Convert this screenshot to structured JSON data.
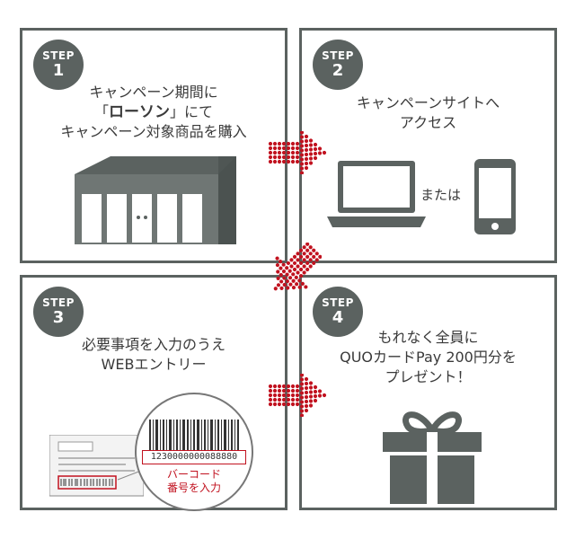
{
  "steps": [
    {
      "badge": "STEP",
      "number": "1",
      "lines": [
        {
          "pre": "キャンペーン期間に",
          "bold": "",
          "post": ""
        },
        {
          "pre": "「",
          "bold": "ローソン",
          "post": "」にて"
        },
        {
          "pre": "キャンペーン対象商品を購入",
          "bold": "",
          "post": ""
        }
      ]
    },
    {
      "badge": "STEP",
      "number": "2",
      "lines": [
        {
          "pre": "キャンペーンサイトへ",
          "bold": "",
          "post": ""
        },
        {
          "pre": "アクセス",
          "bold": "",
          "post": ""
        }
      ],
      "or_label": "または"
    },
    {
      "badge": "STEP",
      "number": "3",
      "lines": [
        {
          "pre": "必要事項を入力のうえ",
          "bold": "",
          "post": ""
        },
        {
          "pre": "WEBエントリー",
          "bold": "",
          "post": ""
        }
      ],
      "barcode_number": "1230000000088880",
      "barcode_caption": [
        "バーコード",
        "番号を入力"
      ]
    },
    {
      "badge": "STEP",
      "number": "4",
      "lines": [
        {
          "pre": "もれなく全員に",
          "bold": "",
          "post": ""
        },
        {
          "pre": "QUOカードPay 200円分を",
          "bold": "",
          "post": ""
        },
        {
          "pre": "プレゼント！",
          "bold": "",
          "post": ""
        }
      ]
    }
  ],
  "colors": {
    "panel_border": "#5b6260",
    "badge": "#5b6260",
    "arrow": "#c1121f",
    "caption": "#c1121f"
  },
  "icons": [
    "store-icon",
    "laptop-icon",
    "smartphone-icon",
    "receipt-icon",
    "barcode-icon",
    "gift-icon",
    "dotted-arrow-icon"
  ]
}
